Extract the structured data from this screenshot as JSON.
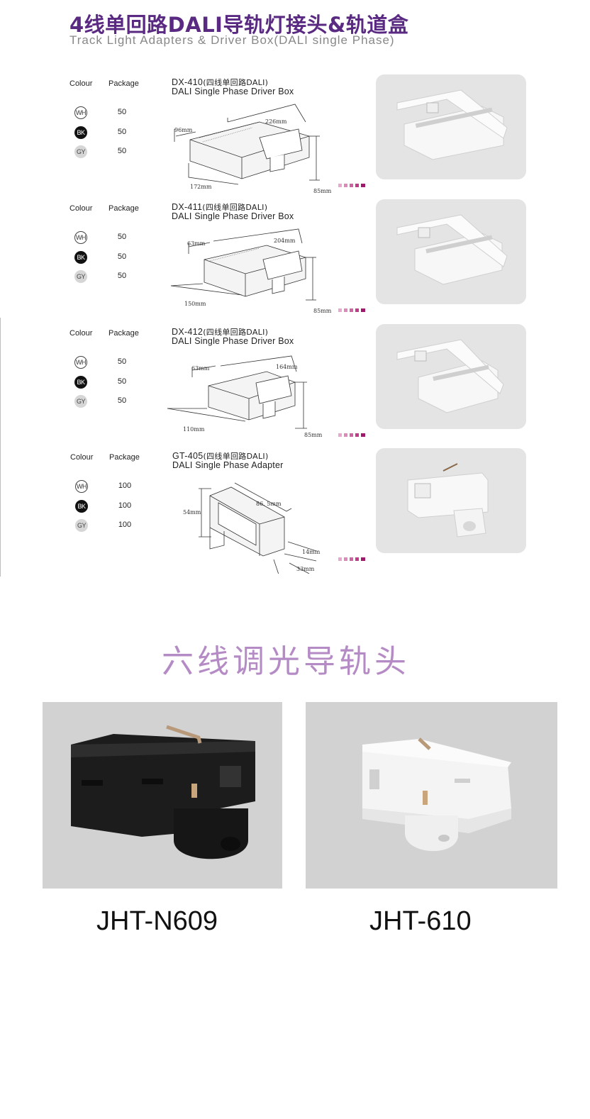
{
  "header": {
    "title_cn": "4线单回路DALI导轨灯接头&轨道盒",
    "title_en": "Track Light Adapters & Driver Box(DALI single Phase)"
  },
  "table_headers": {
    "colour": "Colour",
    "package": "Package"
  },
  "colours": {
    "wh": "WH",
    "bk": "BK",
    "gy": "GY"
  },
  "products": [
    {
      "model": "DX-410",
      "model_cn": "(四线单回路DALI)",
      "desc": "DALI Single Phase Driver Box",
      "packages": [
        "50",
        "50",
        "50"
      ],
      "dims": {
        "width": "96mm",
        "length": "226mm",
        "base": "172mm",
        "height": "85mm"
      }
    },
    {
      "model": "DX-411",
      "model_cn": "(四线单回路DALI)",
      "desc": "DALI Single Phase Driver Box",
      "packages": [
        "50",
        "50",
        "50"
      ],
      "dims": {
        "width": "63mm",
        "length": "204mm",
        "base": "150mm",
        "height": "85mm"
      }
    },
    {
      "model": "DX-412",
      "model_cn": "(四线单回路DALI)",
      "desc": "DALI Single Phase Driver Box",
      "packages": [
        "50",
        "50",
        "50"
      ],
      "dims": {
        "width": "63mm",
        "length": "164mm",
        "base": "110mm",
        "height": "85mm"
      }
    },
    {
      "model": "GT-405",
      "model_cn": "(四线单回路DALI)",
      "desc": "DALI Single Phase Adapter",
      "packages": [
        "100",
        "100",
        "100"
      ],
      "dims": {
        "height": "54mm",
        "length": "86. 5mm",
        "depth": "14mm",
        "base": "33mm"
      }
    }
  ],
  "six_wire": {
    "title": "六线调光导轨头",
    "items": [
      {
        "label": "JHT-N609"
      },
      {
        "label": "JHT-610"
      }
    ]
  },
  "colors": {
    "brand_purple": "#5a2a82",
    "accent_magenta": "#a0196c",
    "six_title": "#b58bc5"
  }
}
